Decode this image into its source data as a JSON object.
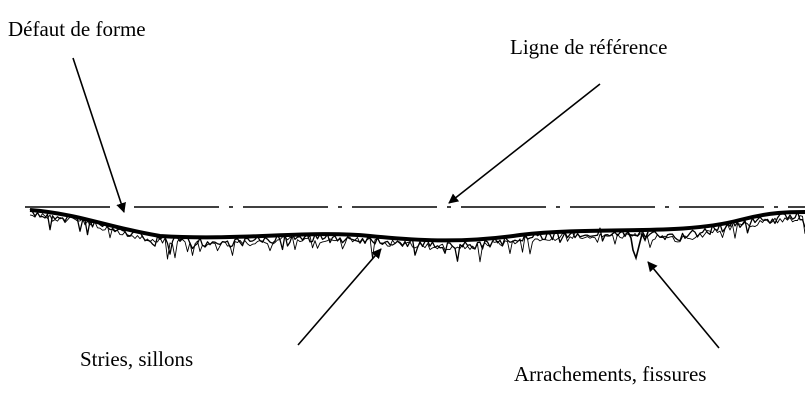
{
  "labels": {
    "form_defect": "Défaut de forme",
    "reference_line": "Ligne de référence",
    "striations": "Stries, sillons",
    "tearing": "Arrachements, fissures"
  },
  "colors": {
    "ink": "#000000",
    "background": "#ffffff"
  }
}
